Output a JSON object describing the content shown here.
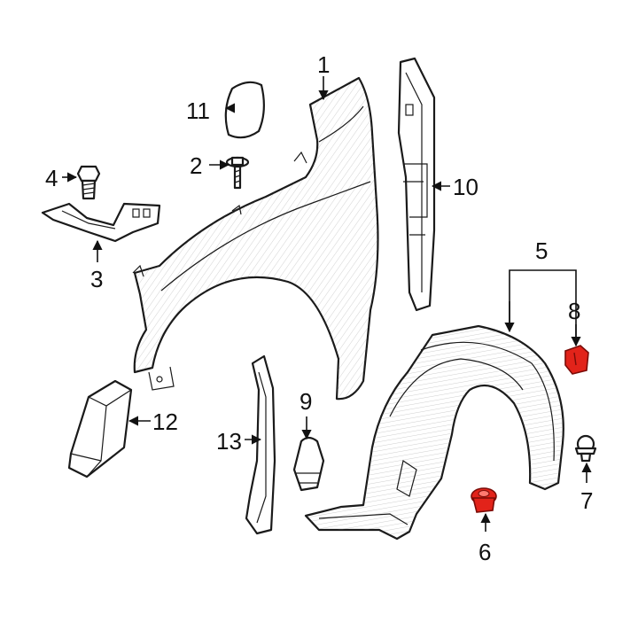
{
  "callouts": {
    "c1": "1",
    "c2": "2",
    "c3": "3",
    "c4": "4",
    "c5": "5",
    "c6": "6",
    "c7": "7",
    "c8": "8",
    "c9": "9",
    "c10": "10",
    "c11": "11",
    "c12": "12",
    "c13": "13"
  },
  "colors": {
    "line": "#1a1a1a",
    "highlight": "#e2231a",
    "background": "#ffffff"
  }
}
